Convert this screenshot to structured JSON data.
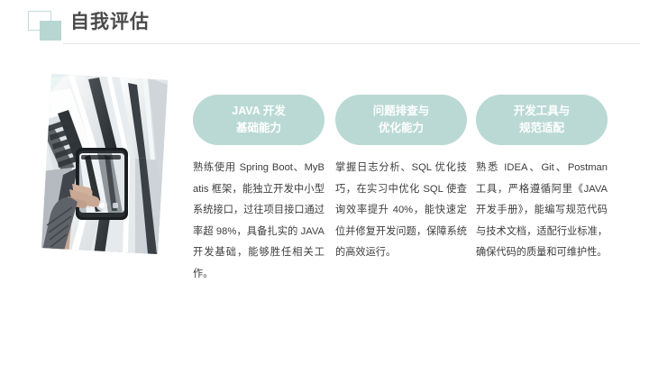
{
  "header": {
    "title": "自我评估",
    "mark_outline_color": "#c3dcdb",
    "mark_fill_color": "#b8d6d2",
    "rule_color": "#e3e6e6"
  },
  "photo": {
    "alt": "手持手机拍摄现代白色建筑内部结构",
    "subject": "hand-holding-phone-photographing-architecture"
  },
  "theme": {
    "pill_background": "#bad9d4",
    "pill_text": "#ffffff",
    "body_text": "#3d3d3d",
    "page_background": "#ffffff"
  },
  "columns": [
    {
      "pill_line1": "JAVA 开发",
      "pill_line2": "基础能力",
      "body": "熟练使用 Spring Boot、MyBatis 框架，能独立开发中小型系统接口，过往项目接口通过率超 98%，具备扎实的 JAVA 开发基础，能够胜任相关工作。"
    },
    {
      "pill_line1": "问题排查与",
      "pill_line2": "优化能力",
      "body": "掌握日志分析、SQL 优化技巧，在实习中优化 SQL 使查询效率提升 40%，能快速定位并修复开发问题，保障系统的高效运行。"
    },
    {
      "pill_line1": "开发工具与",
      "pill_line2": "规范适配",
      "body": "熟悉 IDEA、Git、Postman 工具，严格遵循阿里《JAVA 开发手册》，能编写规范代码与技术文档，适配行业标准，确保代码的质量和可维护性。"
    }
  ]
}
